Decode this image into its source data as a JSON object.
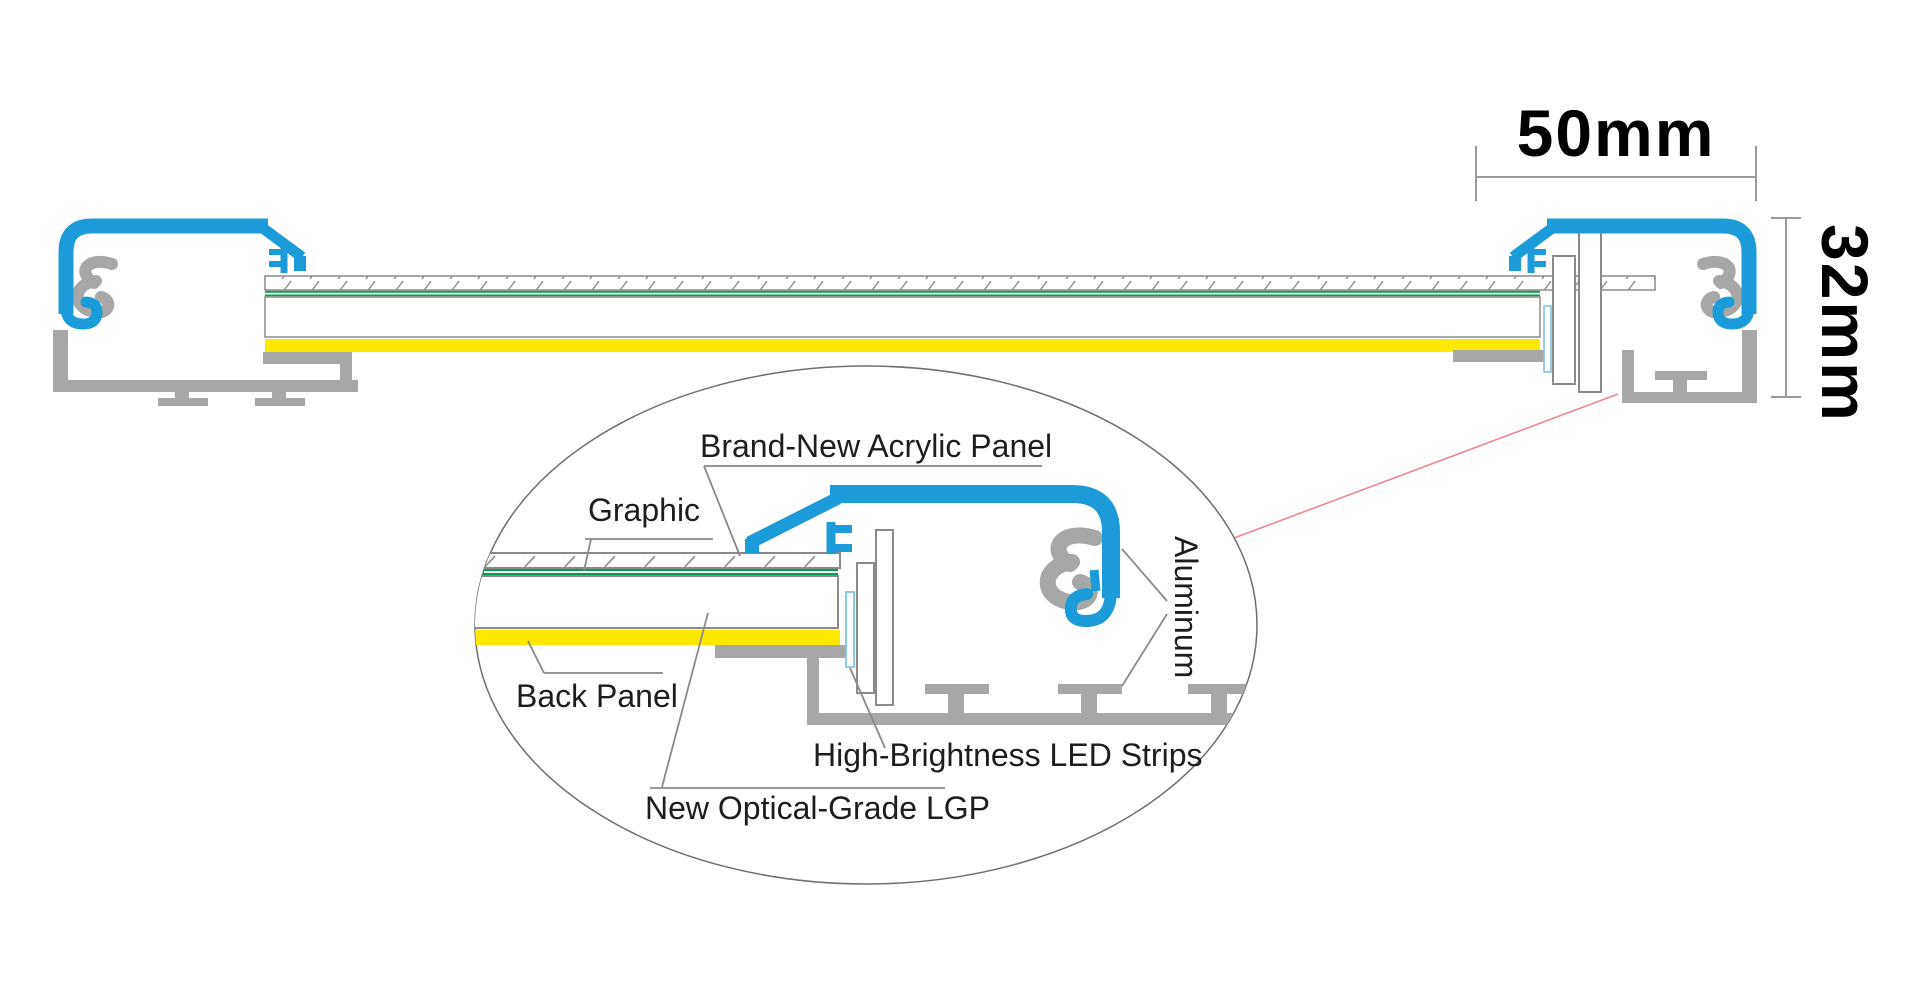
{
  "diagram": {
    "title_implicit": "LED light box frame cross-section",
    "dimensions": {
      "width_label": "50mm",
      "height_label": "32mm"
    },
    "callouts": {
      "acrylic": "Brand-New Acrylic Panel",
      "graphic": "Graphic",
      "back_panel": "Back Panel",
      "lgp": "New Optical-Grade LGP",
      "led": "High-Brightness LED Strips",
      "aluminum": "Aluminum"
    },
    "colors": {
      "frame_blue": "#1b9cd8",
      "aluminum_gray": "#a7a7a7",
      "outline_gray": "#8a8a8a",
      "back_panel_yellow": "#ffe800",
      "graphic_green": "#00a04e",
      "led_strip_blue": "#7fc3e8",
      "pointer_red": "#ee8890",
      "text_black": "#1d1d1f"
    }
  }
}
